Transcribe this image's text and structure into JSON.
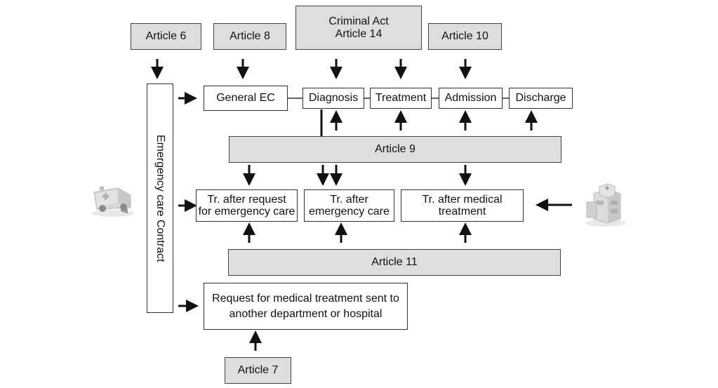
{
  "top_articles": {
    "article6": "Article 6",
    "article8": "Article 8",
    "article14": "Criminal Act\nArticle 14",
    "article10": "Article 10"
  },
  "stages": {
    "general_ec": "General EC",
    "diagnosis": "Diagnosis",
    "treatment": "Treatment",
    "admission": "Admission",
    "discharge": "Discharge"
  },
  "article9": "Article 9",
  "article11": "Article 11",
  "article7": "Article 7",
  "contract": "Emergency care Contract",
  "transfers": {
    "after_request": "Tr. after request\nfor emergency care",
    "after_emergency": "Tr. after\nemergency care",
    "after_medical": "Tr. after medical\ntreatment"
  },
  "request_box": "Request for medical treatment sent to\nanother department or hospital",
  "icons": {
    "left": "ambulance-icon",
    "right": "hospital-icon"
  },
  "colors": {
    "line": "#111111",
    "gray_box": "#dedede"
  }
}
